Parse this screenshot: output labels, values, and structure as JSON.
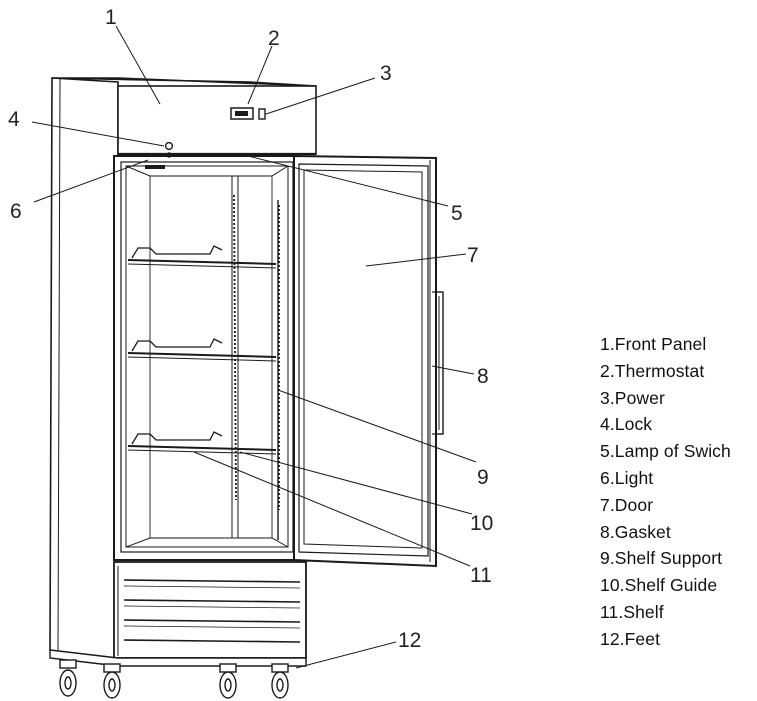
{
  "callouts": [
    "1",
    "2",
    "3",
    "4",
    "5",
    "6",
    "7",
    "8",
    "9",
    "10",
    "11",
    "12"
  ],
  "legend": [
    "1.Front Panel",
    "2.Thermostat",
    "3.Power",
    "4.Lock",
    "5.Lamp of Swich",
    "6.Light",
    "7.Door",
    "8.Gasket",
    "9.Shelf Support",
    "10.Shelf Guide",
    "11.Shelf",
    "12.Feet"
  ]
}
